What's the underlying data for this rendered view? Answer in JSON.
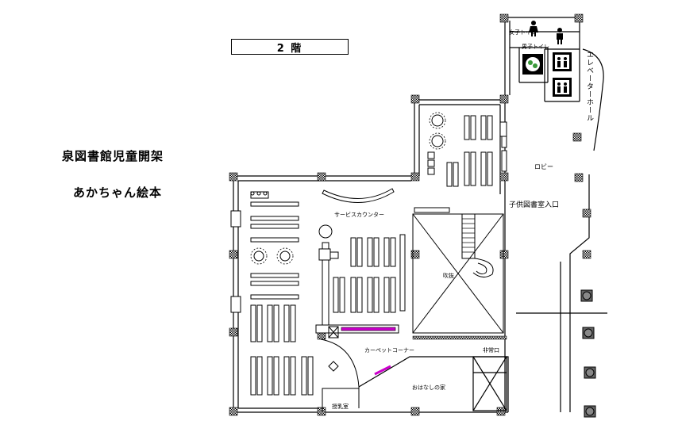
{
  "floor": {
    "label": "2 階"
  },
  "sidebar": {
    "title": "泉図書館児童開架",
    "subtitle": "あかちゃん絵本"
  },
  "rooms": {
    "womens_restroom": "女子トイレ",
    "mens_restroom": "男子トイレ",
    "elevator_hall": "エレベーターホール",
    "lobby": "ロビー",
    "children_library_entrance": "子供図書室入口",
    "service_counter": "サービスカウンター",
    "atrium": "吹抜",
    "carpet_corner": "カーペットコーナー",
    "emergency_exit": "非常口",
    "story_room": "おはなしの家",
    "nursing_room": "授乳室"
  },
  "colors": {
    "accent": "#cc00cc",
    "wall": "#000000",
    "pillar": "#555555"
  },
  "icons": [
    "womens-restroom-icon",
    "mens-restroom-icon",
    "accessible-restroom-icon",
    "elevator-icon"
  ]
}
